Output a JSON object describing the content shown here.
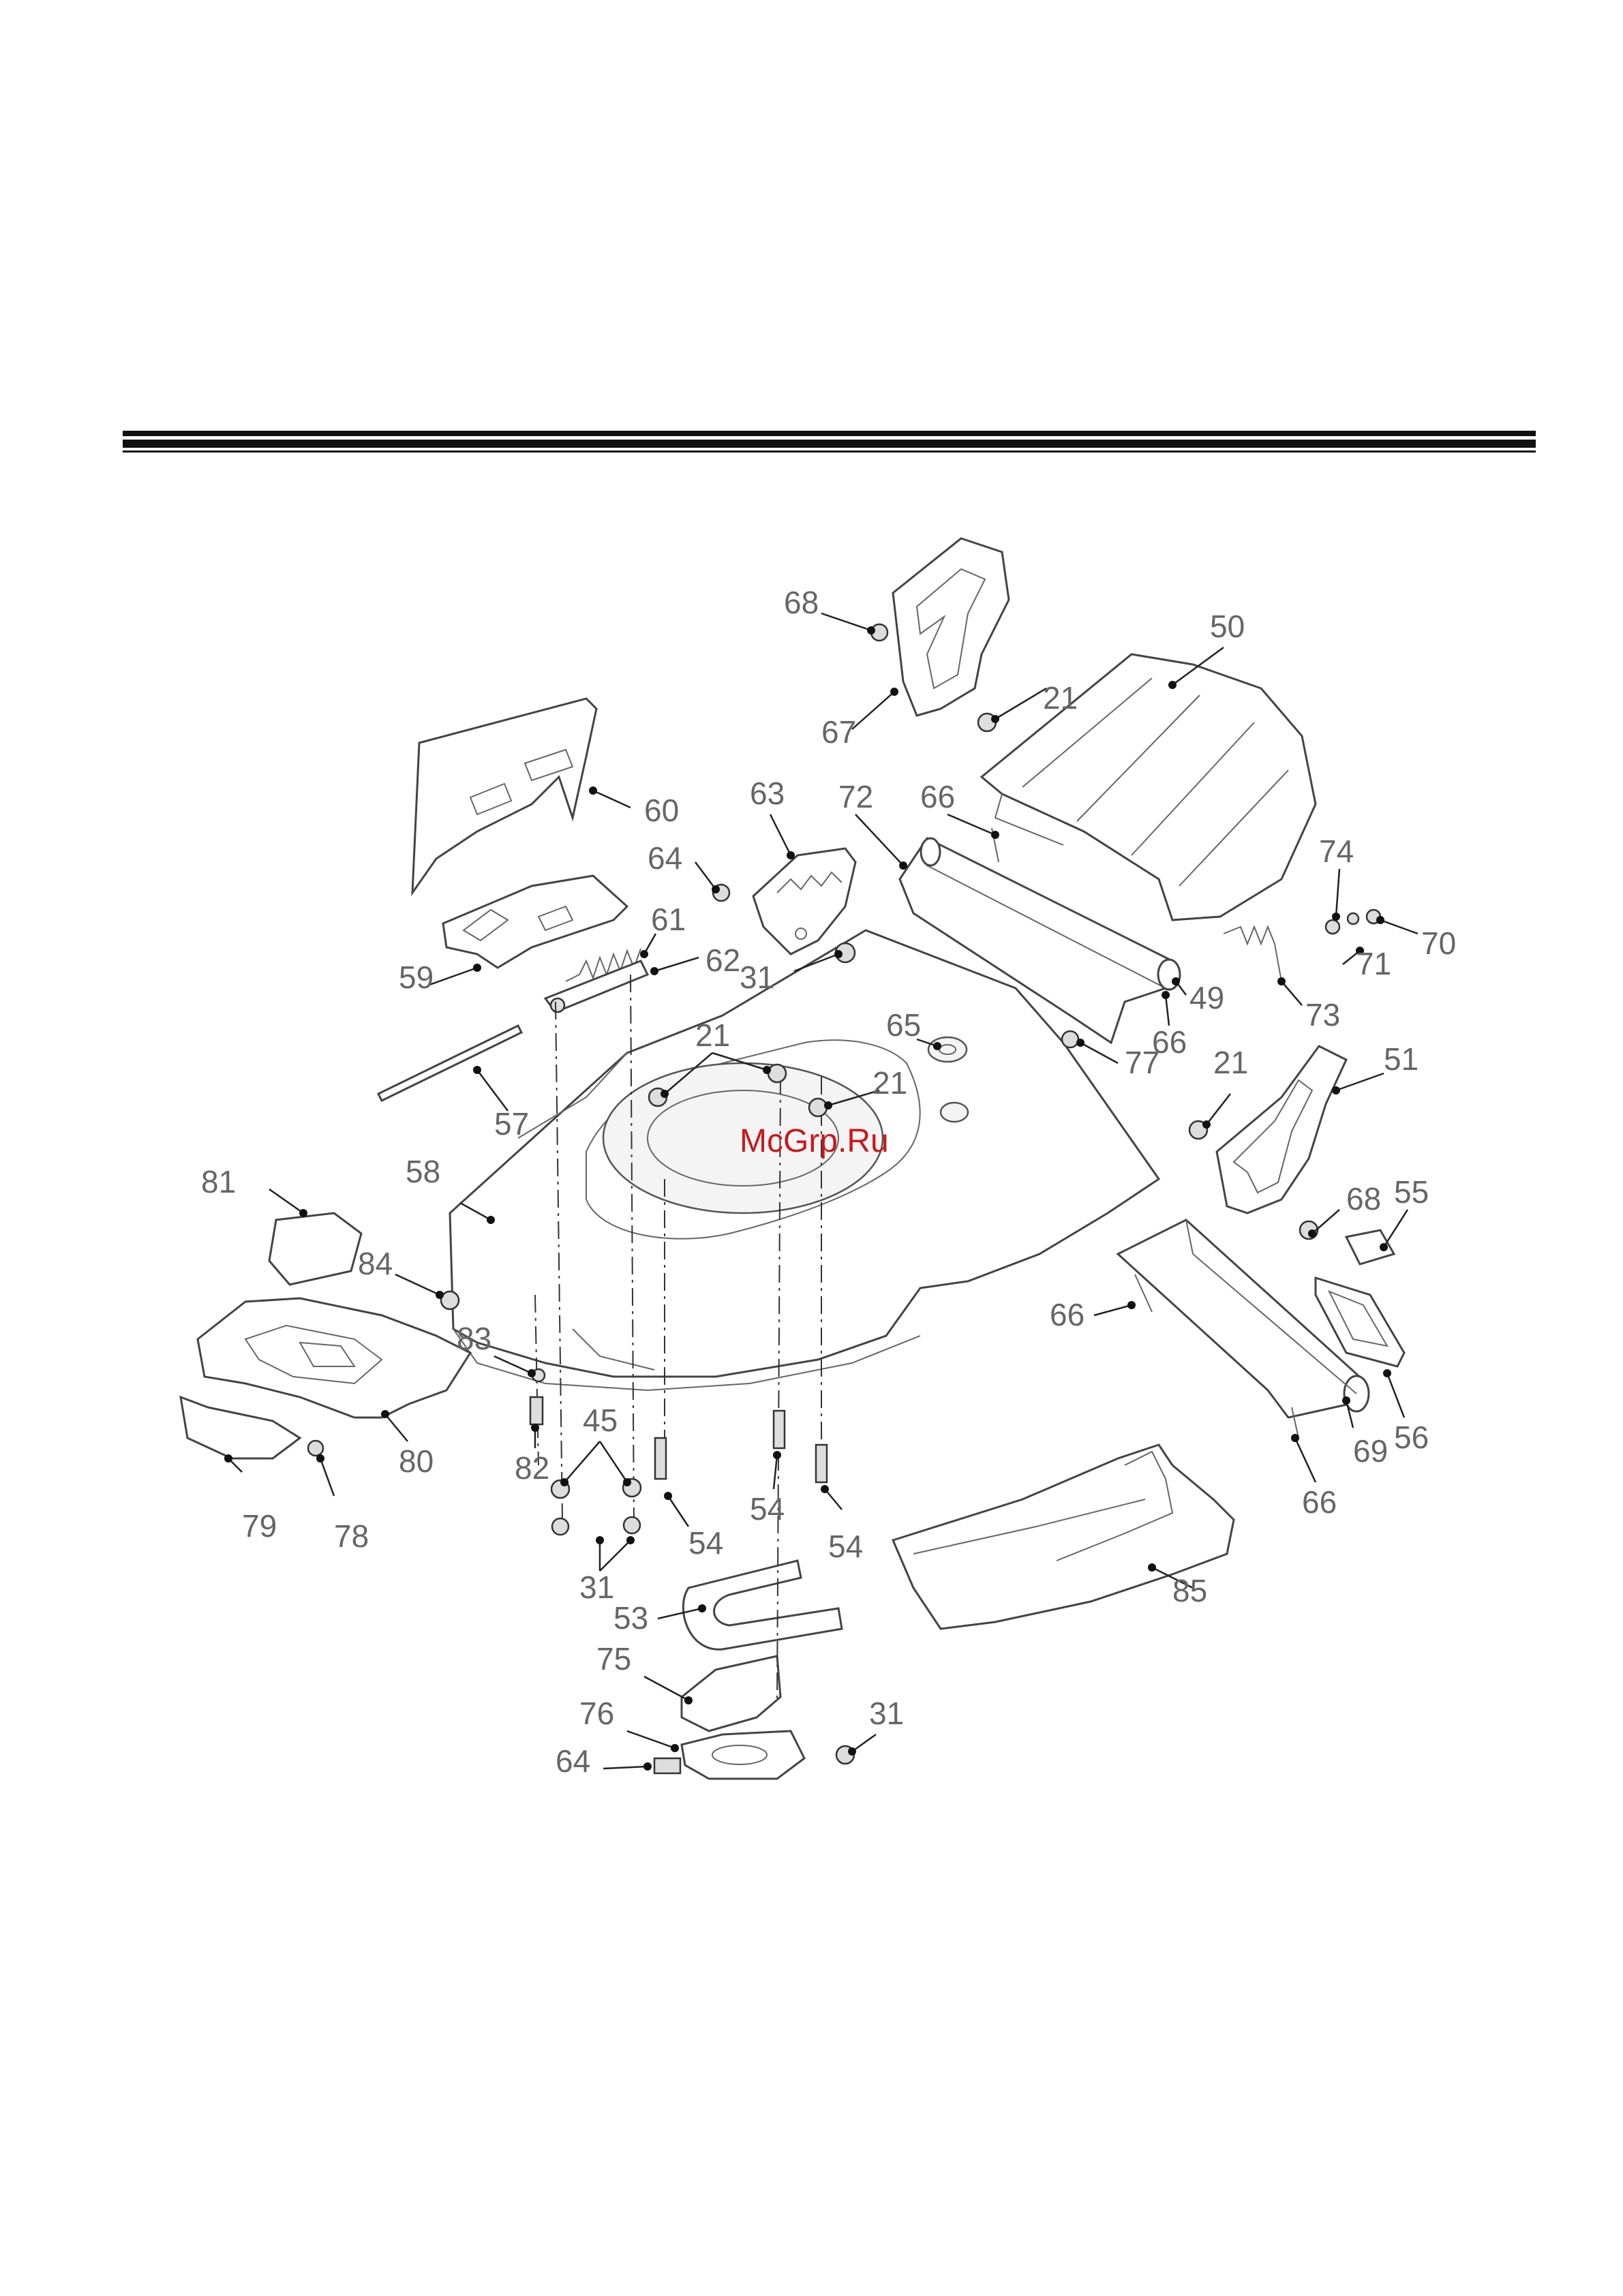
{
  "watermark": "McGrp.Ru",
  "callouts": [
    {
      "id": "c68a",
      "label": "68"
    },
    {
      "id": "c50",
      "label": "50"
    },
    {
      "id": "c21a",
      "label": "21"
    },
    {
      "id": "c67",
      "label": "67"
    },
    {
      "id": "c60",
      "label": "60"
    },
    {
      "id": "c63",
      "label": "63"
    },
    {
      "id": "c72",
      "label": "72"
    },
    {
      "id": "c66a",
      "label": "66"
    },
    {
      "id": "c74",
      "label": "74"
    },
    {
      "id": "c70",
      "label": "70"
    },
    {
      "id": "c64a",
      "label": "64"
    },
    {
      "id": "c71",
      "label": "71"
    },
    {
      "id": "c61",
      "label": "61"
    },
    {
      "id": "c62",
      "label": "62"
    },
    {
      "id": "c59",
      "label": "59"
    },
    {
      "id": "c31a",
      "label": "31"
    },
    {
      "id": "c73",
      "label": "73"
    },
    {
      "id": "c49",
      "label": "49"
    },
    {
      "id": "c65",
      "label": "65"
    },
    {
      "id": "c66b",
      "label": "66"
    },
    {
      "id": "c77",
      "label": "77"
    },
    {
      "id": "c21b",
      "label": "21"
    },
    {
      "id": "c21c",
      "label": "21"
    },
    {
      "id": "c21d",
      "label": "21"
    },
    {
      "id": "c51",
      "label": "51"
    },
    {
      "id": "c57",
      "label": "57"
    },
    {
      "id": "c81",
      "label": "81"
    },
    {
      "id": "c58",
      "label": "58"
    },
    {
      "id": "c68b",
      "label": "68"
    },
    {
      "id": "c55",
      "label": "55"
    },
    {
      "id": "c84",
      "label": "84"
    },
    {
      "id": "c66c",
      "label": "66"
    },
    {
      "id": "c83",
      "label": "83"
    },
    {
      "id": "c45",
      "label": "45"
    },
    {
      "id": "c56",
      "label": "56"
    },
    {
      "id": "c69",
      "label": "69"
    },
    {
      "id": "c80",
      "label": "80"
    },
    {
      "id": "c82",
      "label": "82"
    },
    {
      "id": "c79",
      "label": "79"
    },
    {
      "id": "c78",
      "label": "78"
    },
    {
      "id": "c54a",
      "label": "54"
    },
    {
      "id": "c54b",
      "label": "54"
    },
    {
      "id": "c54c",
      "label": "54"
    },
    {
      "id": "c66d",
      "label": "66"
    },
    {
      "id": "c31b",
      "label": "31"
    },
    {
      "id": "c85",
      "label": "85"
    },
    {
      "id": "c53",
      "label": "53"
    },
    {
      "id": "c75",
      "label": "75"
    },
    {
      "id": "c76",
      "label": "76"
    },
    {
      "id": "c31c",
      "label": "31"
    },
    {
      "id": "c64b",
      "label": "64"
    }
  ]
}
